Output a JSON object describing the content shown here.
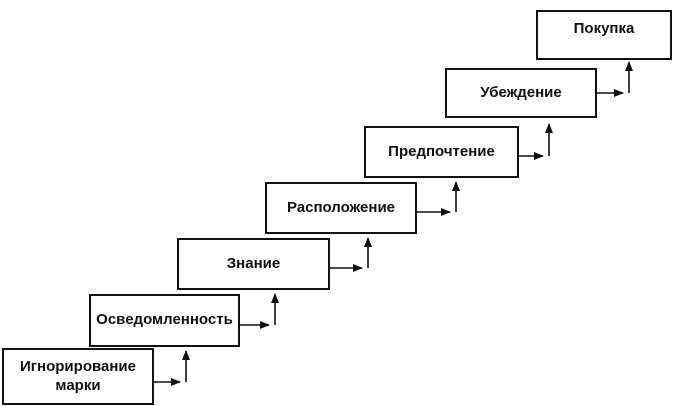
{
  "steps": [
    {
      "label": "Игнорирование марки"
    },
    {
      "label": "Осведомленность"
    },
    {
      "label": "Знание"
    },
    {
      "label": "Расположение"
    },
    {
      "label": "Предпочтение"
    },
    {
      "label": "Убеждение"
    },
    {
      "label": "Покупка"
    }
  ],
  "colors": {
    "line": "#111111",
    "background": "#ffffff"
  }
}
